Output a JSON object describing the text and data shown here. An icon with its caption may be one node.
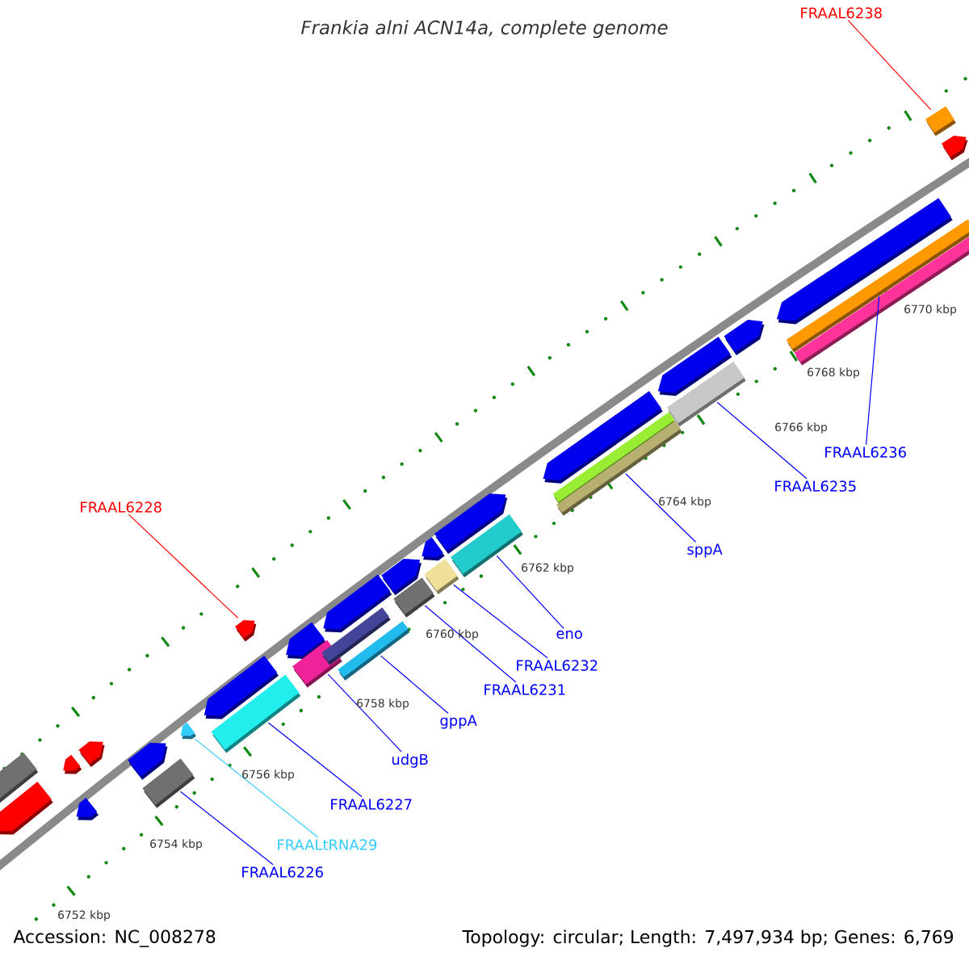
{
  "diagram": {
    "title": "Frankia alni ACN14a, complete genome",
    "nodes": [
      {
        "text": [
          "FRAAL6238"
        ]
      },
      {
        "text": [
          "FRAAL6228"
        ]
      },
      {
        "text": [
          "FRAAL6236"
        ]
      },
      {
        "text": [
          "FRAAL6235"
        ]
      },
      {
        "text": [
          "sppA"
        ]
      },
      {
        "text": [
          "eno"
        ]
      },
      {
        "text": [
          "FRAAL6232"
        ]
      },
      {
        "text": [
          "FRAAL6231"
        ]
      },
      {
        "text": [
          "gppA"
        ]
      },
      {
        "text": [
          "udgB"
        ]
      },
      {
        "text": [
          "FRAAL6227"
        ]
      },
      {
        "text": [
          "FRAALtRNA29"
        ]
      },
      {
        "text": [
          "FRAAL6226"
        ]
      },
      {
        "text": [],
        "shape": "box"
      },
      {
        "text": [],
        "shape": "pentagon"
      },
      {
        "text": [],
        "shape": "pentagon"
      },
      {
        "text": [],
        "shape": "pentagon"
      },
      {
        "text": [],
        "shape": "pentagon"
      },
      {
        "text": [],
        "shape": "pentagon"
      },
      {
        "text": [],
        "shape": "box"
      },
      {
        "text": [],
        "shape": "pentagon"
      },
      {
        "text": [],
        "shape": "pentagon"
      },
      {
        "text": [],
        "shape": "pentagon"
      },
      {
        "text": [],
        "shape": "box"
      },
      {
        "text": [],
        "shape": "pentagon"
      },
      {
        "text": [],
        "shape": "box"
      },
      {
        "text": [],
        "shape": "pentagon"
      },
      {
        "text": [],
        "shape": "box"
      },
      {
        "text": [],
        "shape": "box"
      },
      {
        "text": [],
        "shape": "pentagon"
      },
      {
        "text": [],
        "shape": "box"
      },
      {
        "text": [],
        "shape": "pentagon"
      },
      {
        "text": [],
        "shape": "box"
      },
      {
        "text": [],
        "shape": "pentagon"
      },
      {
        "text": [],
        "shape": "box"
      },
      {
        "text": [],
        "shape": "pentagon"
      },
      {
        "text": [],
        "shape": "box"
      },
      {
        "text": [],
        "shape": "box"
      },
      {
        "text": [],
        "shape": "pentagon"
      },
      {
        "text": [],
        "shape": "box"
      },
      {
        "text": [],
        "shape": "pentagon"
      },
      {
        "text": [],
        "shape": "pentagon"
      },
      {
        "text": [],
        "shape": "box"
      },
      {
        "text": [],
        "shape": "box"
      },
      {
        "text": [],
        "shape": "box"
      },
      {
        "text": [],
        "shape": "pentagon"
      }
    ],
    "edges": [
      {
        "from": 0,
        "to": 44,
        "arrow": "none",
        "color": "#ff0000"
      },
      {
        "from": 1,
        "to": 22,
        "arrow": "none",
        "color": "#ff0000"
      },
      {
        "from": 2,
        "to": 42,
        "arrow": "none"
      },
      {
        "from": 3,
        "to": 39,
        "arrow": "none"
      },
      {
        "from": 4,
        "to": 37,
        "arrow": "none"
      },
      {
        "from": 5,
        "to": 34,
        "arrow": "none"
      },
      {
        "from": 6,
        "to": 32,
        "arrow": "none"
      },
      {
        "from": 7,
        "to": 30,
        "arrow": "none"
      },
      {
        "from": 8,
        "to": 28,
        "arrow": "none"
      },
      {
        "from": 9,
        "to": 25,
        "arrow": "none"
      },
      {
        "from": 10,
        "to": 23,
        "arrow": "none"
      },
      {
        "from": 11,
        "to": 20,
        "arrow": "none",
        "color": "#33ccff"
      },
      {
        "from": 12,
        "to": 19,
        "arrow": "none"
      }
    ],
    "labels": [
      "6770 kbp",
      "6768 kbp",
      "6766 kbp",
      "6764 kbp",
      "6762 kbp",
      "6760 kbp",
      "6758 kbp",
      "6756 kbp",
      "6754 kbp",
      "6752 kbp",
      "Accession: NC_008278",
      "Topology: circular; Length: 7,497,934 bp; Genes: 6,769"
    ]
  }
}
